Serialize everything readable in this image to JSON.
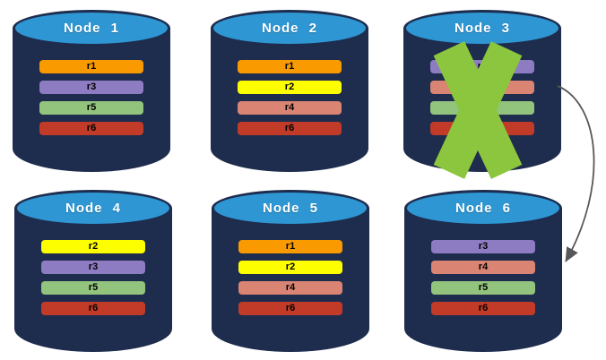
{
  "diagram": {
    "description": "Six database node cylinders with replica bars; Node 3 is crossed out and an arrow points from Node 3 to Node 6."
  },
  "colors": {
    "cylinder_body": "#1E2C4D",
    "cylinder_top": "#2E96D3",
    "title_text": "#FFFFFF",
    "failure_x": "#8CC63E",
    "arrow": "#575757"
  },
  "nodes": [
    {
      "title": "Node 1",
      "failed": false,
      "replicas": [
        {
          "label": "r1",
          "color": "#F99B00"
        },
        {
          "label": "r3",
          "color": "#8E7CC3"
        },
        {
          "label": "r5",
          "color": "#93C47D"
        },
        {
          "label": "r6",
          "color": "#C13B28"
        }
      ]
    },
    {
      "title": "Node 2",
      "failed": false,
      "replicas": [
        {
          "label": "r1",
          "color": "#F99B00"
        },
        {
          "label": "r2",
          "color": "#FDFF00"
        },
        {
          "label": "r4",
          "color": "#DA8473"
        },
        {
          "label": "r6",
          "color": "#C13B28"
        }
      ]
    },
    {
      "title": "Node 3",
      "failed": true,
      "replicas": [
        {
          "label": "r3",
          "color": "#8E7CC3"
        },
        {
          "label": "r4",
          "color": "#DA8473"
        },
        {
          "label": "r5",
          "color": "#93C47D"
        },
        {
          "label": "r6",
          "color": "#C13B28"
        }
      ]
    },
    {
      "title": "Node 4",
      "failed": false,
      "replicas": [
        {
          "label": "r2",
          "color": "#FDFF00"
        },
        {
          "label": "r3",
          "color": "#8E7CC3"
        },
        {
          "label": "r5",
          "color": "#93C47D"
        },
        {
          "label": "r6",
          "color": "#C13B28"
        }
      ]
    },
    {
      "title": "Node 5",
      "failed": false,
      "replicas": [
        {
          "label": "r1",
          "color": "#F99B00"
        },
        {
          "label": "r2",
          "color": "#FDFF00"
        },
        {
          "label": "r4",
          "color": "#DA8473"
        },
        {
          "label": "r6",
          "color": "#C13B28"
        }
      ]
    },
    {
      "title": "Node 6",
      "failed": false,
      "replicas": [
        {
          "label": "r3",
          "color": "#8E7CC3"
        },
        {
          "label": "r4",
          "color": "#DA8473"
        },
        {
          "label": "r5",
          "color": "#93C47D"
        },
        {
          "label": "r6",
          "color": "#C13B28"
        }
      ]
    }
  ],
  "arrow": {
    "from_node": "Node 3",
    "to_node": "Node 6"
  }
}
